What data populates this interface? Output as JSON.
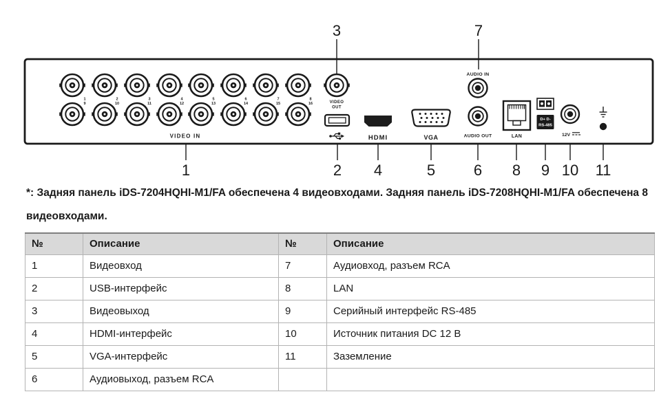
{
  "diagram": {
    "panel": {
      "video_in_label": "VIDEO IN",
      "video_out_line1": "VIDEO",
      "video_out_line2": "OUT",
      "hdmi_label": "HDMI",
      "vga_label": "VGA",
      "audio_in_label": "AUDIO IN",
      "audio_out_label": "AUDIO OUT",
      "lan_label": "LAN",
      "rs485_plate_line1": "D+ D-",
      "rs485_plate_line2": "RS-485",
      "power_label": "12V",
      "channels_top": [
        "1",
        "2",
        "3",
        "4",
        "5",
        "6",
        "7",
        "8"
      ],
      "channels_bottom": [
        "9",
        "10",
        "11",
        "12",
        "13",
        "14",
        "15",
        "16"
      ]
    },
    "callouts": {
      "c1": "1",
      "c2": "2",
      "c3": "3",
      "c4": "4",
      "c5": "5",
      "c6": "6",
      "c7": "7",
      "c8": "8",
      "c9": "9",
      "c10": "10",
      "c11": "11"
    },
    "colors": {
      "line": "#1a1a1a",
      "connector_dark": "#1d1d1d"
    }
  },
  "note": "*: Задняя панель iDS-7204HQHI-M1/FA обеспечена 4 видеовходами. Задняя панель iDS-7208HQHI-M1/FA обеспечена 8 видеовходами.",
  "table": {
    "headers": [
      "№",
      "Описание",
      "№",
      "Описание"
    ],
    "rows": [
      [
        "1",
        "Видеовход",
        "7",
        "Аудиовход, разъем RCA"
      ],
      [
        "2",
        "USB-интерфейс",
        "8",
        "LAN"
      ],
      [
        "3",
        "Видеовыход",
        "9",
        "Серийный интерфейс RS-485"
      ],
      [
        "4",
        "HDMI-интерфейс",
        "10",
        "Источник питания DC 12 В"
      ],
      [
        "5",
        "VGA-интерфейс",
        "11",
        "Заземление"
      ],
      [
        "6",
        "Аудиовыход, разъем RCA",
        "",
        ""
      ]
    ]
  }
}
